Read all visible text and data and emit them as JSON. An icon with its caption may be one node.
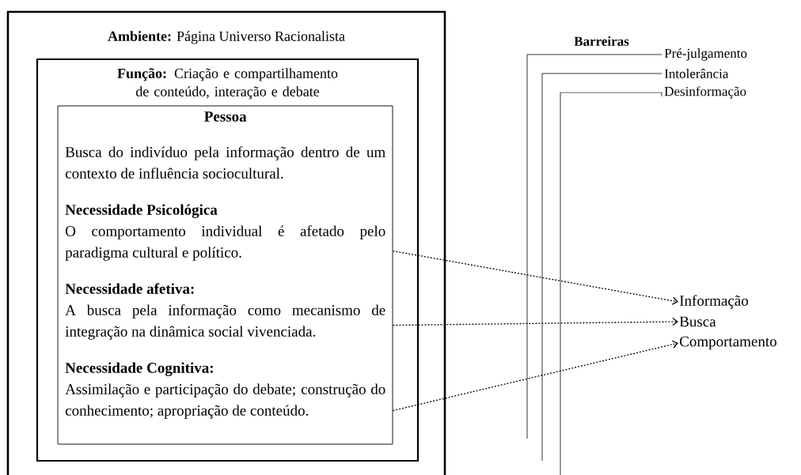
{
  "diagram": {
    "nodes": [
      {
        "text": [
          "**Ambiente:** Página Universo Racionalista"
        ]
      },
      {
        "text": [
          "**Função:** Criação e compartilhamento de conteúdo, interação e debate"
        ],
        "in": 0
      },
      {
        "text": [
          "Pessoa",
          "Busca do indivíduo pela informação dentro de um contexto de influência sociocultural.",
          "Necessidade Psicológica",
          "O comportamento individual é afetado pelo paradigma cultural e político.",
          "Necessidade afetiva:",
          "A busca pela informação como mecanismo de integração na dinâmica social vivenciada.",
          "Necessidade Cognitiva:",
          "Assimilação e participação do debate; construção do conhecimento; apropriação de conteúdo."
        ],
        "in": 1
      },
      {
        "text": [
          "Informação"
        ]
      },
      {
        "text": [
          "Busca"
        ]
      },
      {
        "text": [
          "Comportamento"
        ]
      }
    ],
    "edges": [
      {
        "from": 2,
        "to": 3,
        "arrow": "to",
        "style": "dashed"
      },
      {
        "from": 2,
        "to": 4,
        "arrow": "to",
        "style": "dashed"
      },
      {
        "from": 2,
        "to": 5,
        "arrow": "to",
        "style": "dashed"
      }
    ],
    "labels": [
      "Barreiras",
      "Pré-julgamento",
      "Intolerância",
      "Desinformação"
    ]
  }
}
